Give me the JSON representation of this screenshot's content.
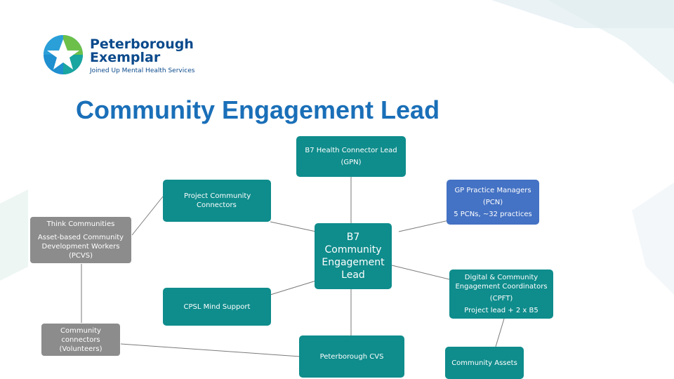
{
  "logo": {
    "name_line1": "Peterborough",
    "name_line2": "Exemplar",
    "tagline": "Joined Up Mental Health Services"
  },
  "title": "Community Engagement Lead",
  "nodes": {
    "b7_health_connector_lead": {
      "line1": "B7 Health Connector Lead",
      "line2": "(GPN)"
    },
    "project_community_connectors": {
      "line1": "Project Community",
      "line2": "Connectors"
    },
    "gp_practice_managers": {
      "line1": "GP Practice Managers",
      "line2": "(PCN)",
      "line3": "5 PCNs, ~32 practices"
    },
    "think_communities": {
      "line1": "Think Communities",
      "line2": "Asset-based Community",
      "line3": "Development Workers",
      "line4": "(PCVS)"
    },
    "b7_community_engagement_lead": {
      "line1": "B7",
      "line2": "Community",
      "line3": "Engagement",
      "line4": "Lead"
    },
    "digital_community_engagement": {
      "line1": "Digital & Community",
      "line2": "Engagement Coordinators",
      "line3": "(CPFT)",
      "line4": "Project lead + 2 x B5"
    },
    "cpsl_mind_support": {
      "line1": "CPSL Mind Support"
    },
    "community_connectors_volunteers": {
      "line1": "Community",
      "line2": "connectors",
      "line3": "(Volunteers)"
    },
    "peterborough_cvs": {
      "line1": "Peterborough CVS"
    },
    "community_assets": {
      "line1": "Community Assets"
    }
  },
  "colors": {
    "teal": "#0f8c8c",
    "grey": "#8c8c8c",
    "blue": "#4472c4",
    "title": "#1a6fb8",
    "logo_text": "#0b4a8c"
  }
}
